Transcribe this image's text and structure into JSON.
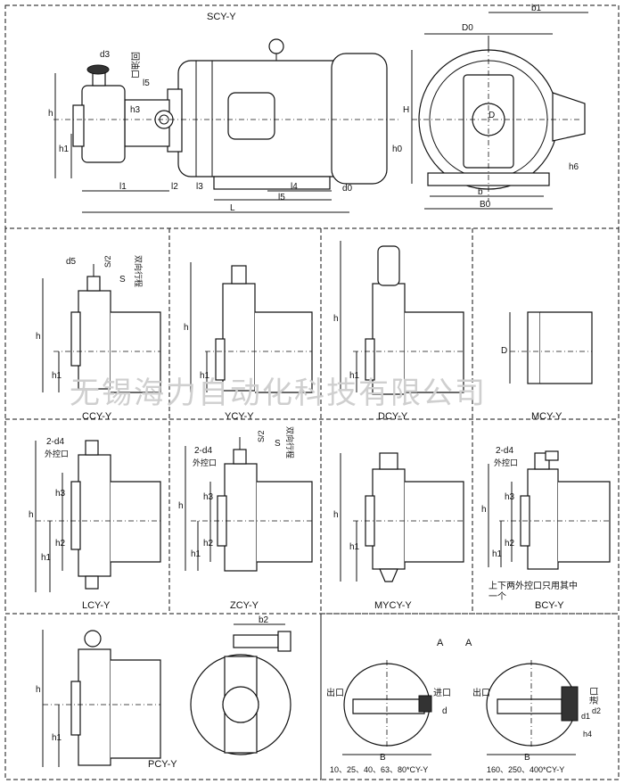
{
  "main": {
    "title": "SCY-Y",
    "labels": {
      "d3": "d3",
      "dir_port": "回油口",
      "l5a": "l5",
      "h3": "h3",
      "h": "h",
      "h1": "h1",
      "l1": "l1",
      "l2": "l2",
      "l3": "l3",
      "l4": "l4",
      "l5": "l5",
      "L": "L",
      "d0": "d0",
      "D0": "D0",
      "b1": "b1",
      "H": "H",
      "D": "D",
      "h0": "h0",
      "h6": "h6",
      "b": "b",
      "B0": "B0"
    }
  },
  "panels": [
    {
      "id": "ccy",
      "caption": "CCY-Y",
      "labels": {
        "d5": "d5",
        "s2": "S/2",
        "s": "S",
        "travel": "双向行程",
        "h": "h",
        "h1": "h1"
      }
    },
    {
      "id": "ycy",
      "caption": "YCY-Y",
      "labels": {
        "h": "h",
        "h1": "h1"
      }
    },
    {
      "id": "dcy",
      "caption": "DCY-Y",
      "labels": {
        "h": "h",
        "h1": "h1"
      }
    },
    {
      "id": "mcy",
      "caption": "MCY-Y",
      "labels": {
        "D": "D"
      }
    },
    {
      "id": "lcy",
      "caption": "LCY-Y",
      "labels": {
        "d4": "2-d4",
        "ext": "外控口",
        "h": "h",
        "h3": "h3",
        "h2": "h2",
        "h1": "h1"
      }
    },
    {
      "id": "zcy",
      "caption": "ZCY-Y",
      "labels": {
        "d4": "2-d4",
        "ext": "外控口",
        "s2": "S/2",
        "s": "S",
        "travel": "双向行程",
        "h": "h",
        "h3": "h3",
        "h2": "h2",
        "h1": "h1"
      }
    },
    {
      "id": "mycy",
      "caption": "MYCY-Y",
      "labels": {
        "h": "h",
        "h1": "h1"
      }
    },
    {
      "id": "bcy",
      "caption": "BCY-Y",
      "labels": {
        "d4": "2-d4",
        "ext": "外控口",
        "h": "h",
        "h3": "h3",
        "h2": "h2",
        "h1": "h1",
        "note1": "上下两外控口只用其中",
        "note2": "一个"
      }
    },
    {
      "id": "pcy",
      "caption": "PCY-Y",
      "labels": {
        "h": "h",
        "h1": "h1",
        "b2": "b2"
      }
    },
    {
      "id": "aa",
      "caption_a1": "A",
      "caption_a2": "A",
      "left_caption": "10、25、40、63、80*CY-Y",
      "right_caption": "160、250、400*CY-Y",
      "labels": {
        "out": "出口",
        "in": "进口",
        "B": "B",
        "d": "d",
        "d1": "d1",
        "d2": "d2",
        "h4": "h4"
      }
    }
  ],
  "watermark": "无锡海力自动化科技有限公司",
  "colors": {
    "line": "#111111",
    "watermark": "#cfcfcf",
    "background": "#ffffff"
  }
}
